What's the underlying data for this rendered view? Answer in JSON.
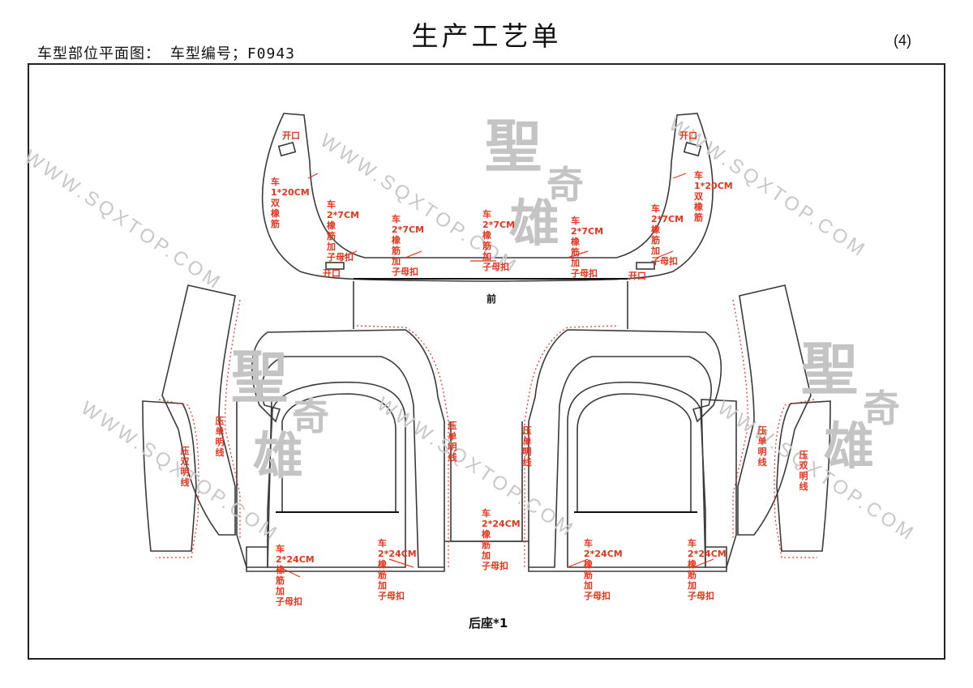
{
  "header": {
    "title": "生产工艺单",
    "left_text": "车型部位平面图：  车型编号；F0943",
    "page_number": "(4)"
  },
  "watermark": {
    "text": "WWW.SQXTOP.COM",
    "seal_chars": [
      "聖",
      "奇",
      "雄"
    ]
  },
  "labels": {
    "front": "前",
    "caption": "后座*1"
  },
  "annotations": {
    "opening": "开口",
    "top_side_elastic": "车\n1*20CM\n双\n橡\n筋",
    "top_elastic_7": "车\n2*7CM\n橡\n筋\n加\n子母扣",
    "bottom_elastic_24": "车\n2*24CM\n橡\n筋\n加\n子母扣",
    "single_stitch": "压单明线",
    "double_stitch": "压双明线"
  },
  "colors": {
    "annotation": "#e8341c",
    "outline": "#3a3a3a",
    "watermark": "#c8c8c8"
  }
}
